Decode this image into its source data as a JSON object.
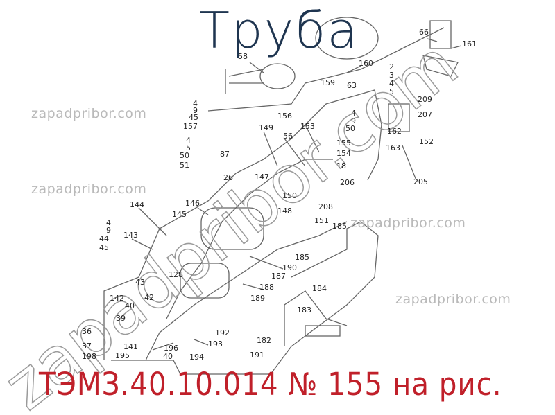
{
  "title": "Труба",
  "caption": "ТЭМЗ.40.10.014 № 155 на рис.",
  "watermark": "zapadpribor.com",
  "colors": {
    "title": "#1f3550",
    "caption": "#c0202a",
    "watermark": "#b9b9b9",
    "lines": "#555555"
  },
  "callouts": [
    "66",
    "161",
    "58",
    "160",
    "159",
    "63",
    "2",
    "3",
    "4",
    "5",
    "209",
    "207",
    "162",
    "152",
    "163",
    "205",
    "4",
    "9",
    "45",
    "157",
    "156",
    "4",
    "9",
    "50",
    "153",
    "149",
    "56",
    "155",
    "154",
    "18",
    "206",
    "4",
    "5",
    "50",
    "51",
    "87",
    "26",
    "147",
    "150",
    "148",
    "208",
    "151",
    "185",
    "144",
    "146",
    "145",
    "4",
    "9",
    "44",
    "45",
    "143",
    "185",
    "190",
    "187",
    "128",
    "43",
    "188",
    "189",
    "184",
    "183",
    "142",
    "42",
    "40",
    "39",
    "36",
    "37",
    "141",
    "196",
    "193",
    "192",
    "195",
    "40",
    "194",
    "182",
    "191",
    "198"
  ]
}
